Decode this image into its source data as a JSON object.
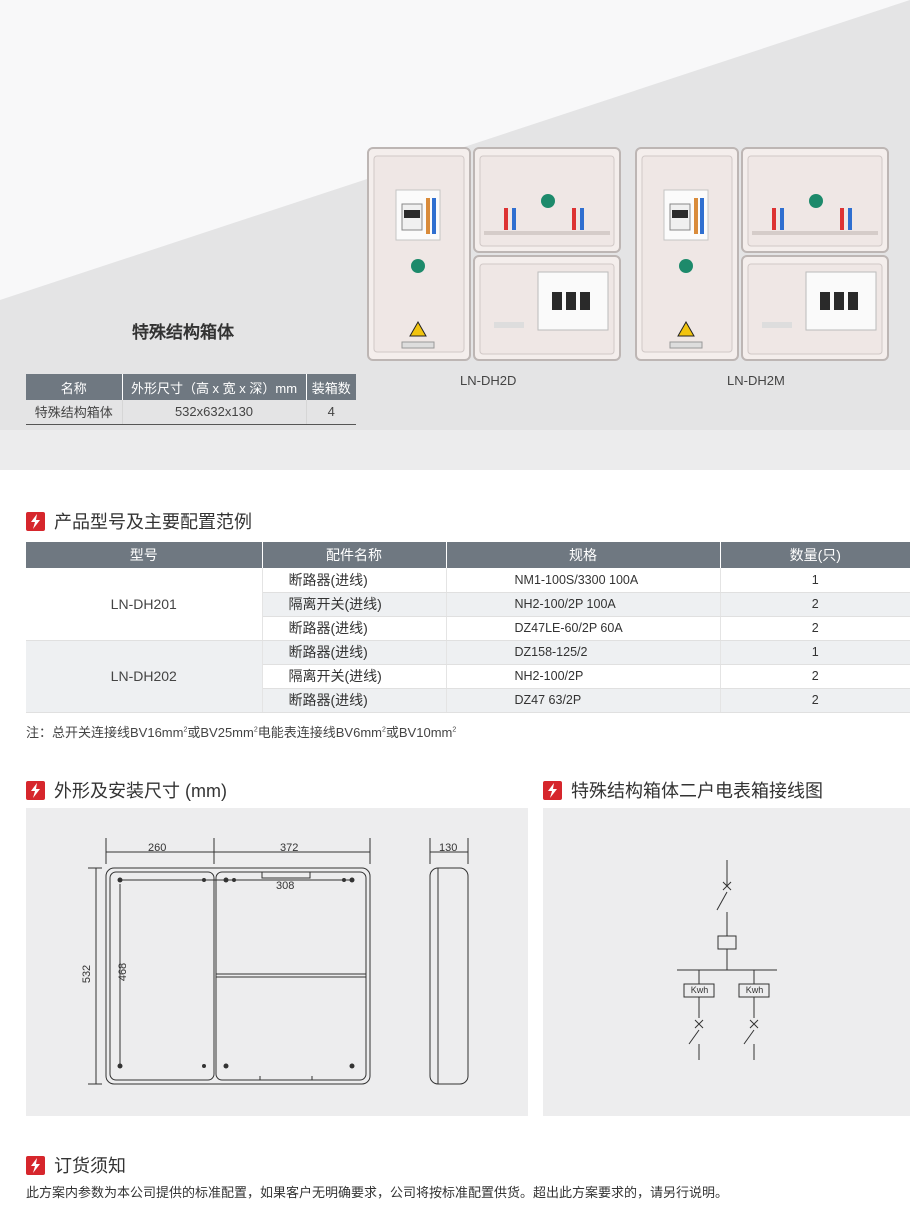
{
  "hero": {
    "title": "特殊结构箱体",
    "table_headers": [
      "名称",
      "外形尺寸（高 x 宽 x 深）mm",
      "装箱数"
    ],
    "table_row": [
      "特殊结构箱体",
      "532x632x130",
      "4"
    ],
    "products": [
      {
        "caption": "LN-DH2D"
      },
      {
        "caption": "LN-DH2M"
      }
    ]
  },
  "config": {
    "heading": "产品型号及主要配置范例",
    "headers": [
      "型号",
      "配件名称",
      "规格",
      "数量(只)"
    ],
    "groups": [
      {
        "model": "LN-DH201",
        "rows": [
          {
            "part": "断路器(进线)",
            "spec": "NM1-100S/3300  100A",
            "qty": "1"
          },
          {
            "part": "隔离开关(进线)",
            "spec": "NH2-100/2P  100A",
            "qty": "2"
          },
          {
            "part": "断路器(进线)",
            "spec": "DZ47LE-60/2P  60A",
            "qty": "2"
          }
        ]
      },
      {
        "model": "LN-DH202",
        "rows": [
          {
            "part": "断路器(进线)",
            "spec": "DZ158-125/2",
            "qty": "1"
          },
          {
            "part": "隔离开关(进线)",
            "spec": "NH2-100/2P",
            "qty": "2"
          },
          {
            "part": "断路器(进线)",
            "spec": "DZ47   63/2P",
            "qty": "2"
          }
        ]
      }
    ],
    "note_parts": [
      "注：总开关连接线BV16mm",
      "2",
      "或BV25mm",
      "2",
      "电能表连接线BV6mm",
      "2",
      "或BV10mm",
      "2"
    ]
  },
  "dimensions": {
    "heading": "外形及安装尺寸 (mm)",
    "labels": {
      "w1": "260",
      "w2": "372",
      "inner": "308",
      "height": "532",
      "mount": "468",
      "depth": "130"
    }
  },
  "wiring": {
    "heading": "特殊结构箱体二户电表箱接线图",
    "meter_label": "Kwh"
  },
  "order": {
    "heading": "订货须知",
    "text": "此方案内参数为本公司提供的标准配置，如果客户无明确要求，公司将按标准配置供货。超出此方案要求的，请另行说明。"
  },
  "colors": {
    "accent": "#d6262c",
    "table_header": "#6f7881",
    "panel_bg": "#ededee"
  },
  "icons": [
    "lightning-icon",
    "warning-triangle-icon"
  ]
}
